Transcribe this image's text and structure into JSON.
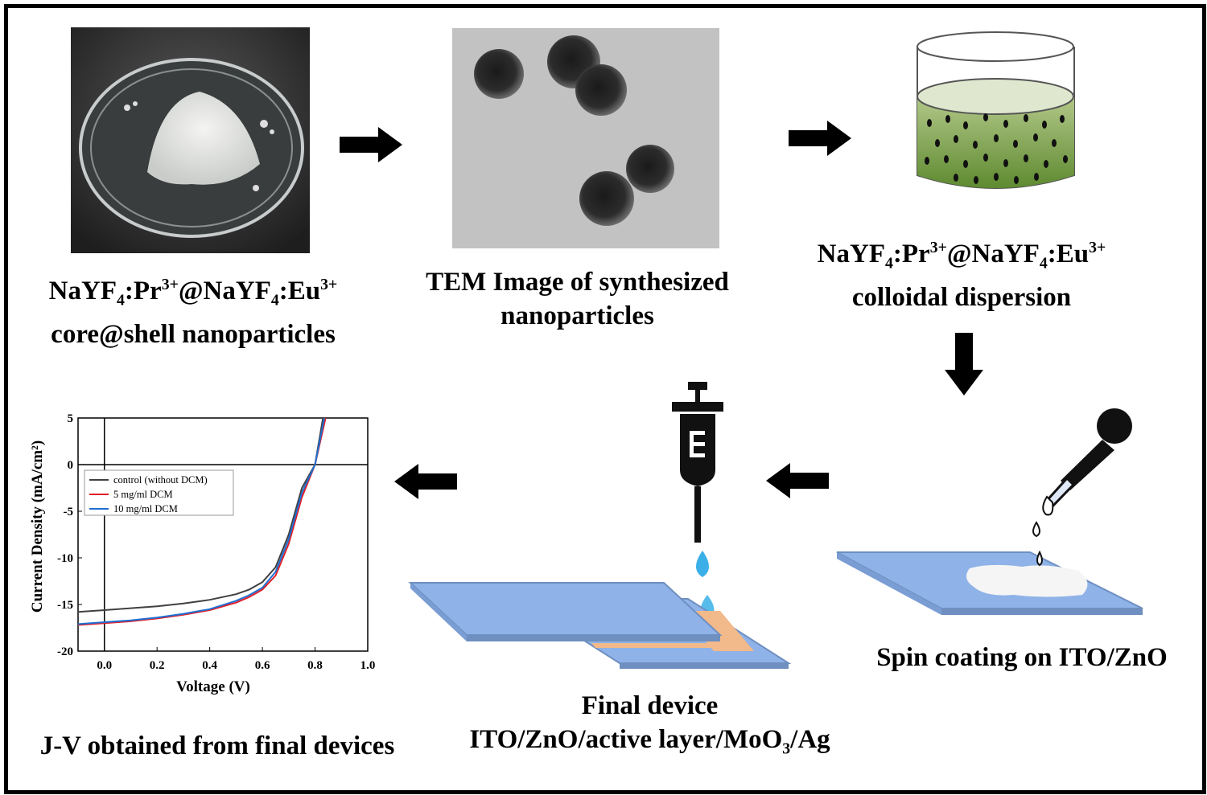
{
  "panels": {
    "powder": {
      "line1": [
        "NaYF",
        "4",
        ":Pr",
        "3+",
        "@NaYF",
        "4",
        ":Eu",
        "3+"
      ],
      "line2": "core@shell nanoparticles"
    },
    "tem": {
      "line1": "TEM Image of synthesized",
      "line2": "nanoparticles"
    },
    "dispersion": {
      "line1": [
        "NaYF",
        "4",
        ":Pr",
        "3+",
        "@NaYF",
        "4",
        ":Eu",
        "3+"
      ],
      "line2": "colloidal dispersion"
    },
    "spin": {
      "label": "Spin coating on ITO/ZnO"
    },
    "device": {
      "line1": "Final device",
      "line2": [
        "ITO/ZnO/active layer/MoO",
        "3",
        "/Ag"
      ]
    },
    "jv": {
      "label": "J-V obtained from final devices"
    }
  },
  "colors": {
    "control": "#404040",
    "dcm5": "#e0202a",
    "dcm10": "#1f6fd1",
    "glass": "#8fb3e8",
    "droplet": "#3bb0e8",
    "active": "#f2b98a",
    "solution": "#7fa84a"
  },
  "chart_data": {
    "type": "line",
    "xlabel": "Voltage (V)",
    "ylabel": "Current Density (mA/cm²)",
    "xlim": [
      -0.1,
      1.0
    ],
    "ylim": [
      -20,
      5
    ],
    "xticks": [
      "0.0",
      "0.2",
      "0.4",
      "0.6",
      "0.8",
      "1.0"
    ],
    "yticks": [
      "5",
      "0",
      "-5",
      "-10",
      "-15",
      "-20"
    ],
    "legend_position": "top-left",
    "series": [
      {
        "name": "control (without DCM)",
        "color": "#404040",
        "x": [
          -0.1,
          0.0,
          0.1,
          0.2,
          0.3,
          0.4,
          0.5,
          0.55,
          0.6,
          0.65,
          0.7,
          0.75,
          0.8,
          0.83
        ],
        "y": [
          -15.8,
          -15.6,
          -15.4,
          -15.2,
          -14.9,
          -14.5,
          -13.9,
          -13.4,
          -12.6,
          -11.0,
          -7.5,
          -2.5,
          0.0,
          5.0
        ]
      },
      {
        "name": "5 mg/ml DCM",
        "color": "#e0202a",
        "x": [
          -0.1,
          0.0,
          0.1,
          0.2,
          0.3,
          0.4,
          0.5,
          0.55,
          0.6,
          0.65,
          0.7,
          0.75,
          0.8,
          0.84
        ],
        "y": [
          -17.2,
          -17.0,
          -16.8,
          -16.5,
          -16.1,
          -15.6,
          -14.8,
          -14.2,
          -13.4,
          -11.9,
          -8.5,
          -3.5,
          0.0,
          5.0
        ]
      },
      {
        "name": "10 mg/ml DCM",
        "color": "#1f6fd1",
        "x": [
          -0.1,
          0.0,
          0.1,
          0.2,
          0.3,
          0.4,
          0.5,
          0.55,
          0.6,
          0.65,
          0.7,
          0.75,
          0.8,
          0.835
        ],
        "y": [
          -17.1,
          -16.9,
          -16.7,
          -16.4,
          -16.0,
          -15.5,
          -14.6,
          -14.0,
          -13.2,
          -11.5,
          -8.0,
          -3.0,
          0.0,
          5.0
        ]
      }
    ]
  }
}
